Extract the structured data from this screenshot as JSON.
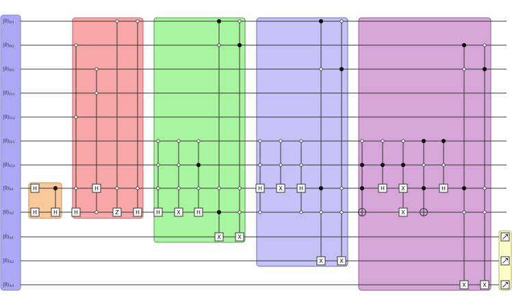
{
  "qubits": [
    {
      "label": "|0⟩",
      "sub": "D1"
    },
    {
      "label": "|0⟩",
      "sub": "D2"
    },
    {
      "label": "|0⟩",
      "sub": "D3"
    },
    {
      "label": "|0⟩",
      "sub": "I11"
    },
    {
      "label": "|0⟩",
      "sub": "I12"
    },
    {
      "label": "|0⟩",
      "sub": "I21"
    },
    {
      "label": "|0⟩",
      "sub": "I22"
    },
    {
      "label": "|0⟩",
      "sub": "S1"
    },
    {
      "label": "|0⟩",
      "sub": "S2"
    },
    {
      "label": "|0⟩",
      "sub": "A1"
    },
    {
      "label": "|0⟩",
      "sub": "A2"
    },
    {
      "label": "|0⟩",
      "sub": "A3"
    }
  ],
  "colors": {
    "input_block": "#a9a9f5",
    "prep_block": "#f9c99a",
    "red_block": "#f7a7a7",
    "green_block": "#a8f5a0",
    "blue_block": "#c3c3f7",
    "purple_block": "#d6a6d8",
    "measure_block": "#fdfcc8"
  },
  "gate_labels": {
    "h": "H",
    "x": "X",
    "z": "Z"
  },
  "measure_icon": "measurement-meter-icon"
}
